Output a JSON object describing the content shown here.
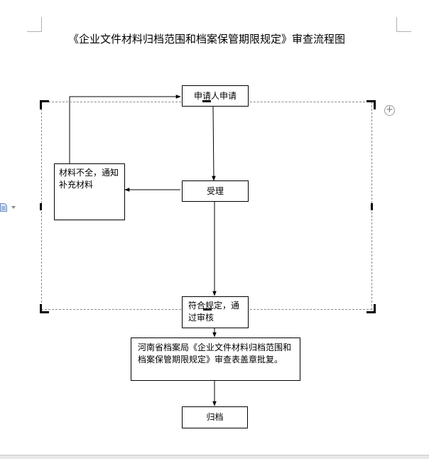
{
  "document": {
    "title": "《企业文件材料归档范围和档案保管期限规定》审查流程图"
  },
  "flowchart": {
    "nodes": {
      "apply": "申请人申请",
      "incomplete": "材料不全，通知补充材料",
      "accept": "受理",
      "approved": "符合规定，通过审核",
      "bureau": "河南省档案局《企业文件材料归档范围和档案保管期限规定》审查表盖章批复。",
      "archive": "归档"
    }
  },
  "ui": {
    "add_button": "+",
    "side_icon": "document-icon",
    "add_icon": "plus-circle-icon"
  }
}
